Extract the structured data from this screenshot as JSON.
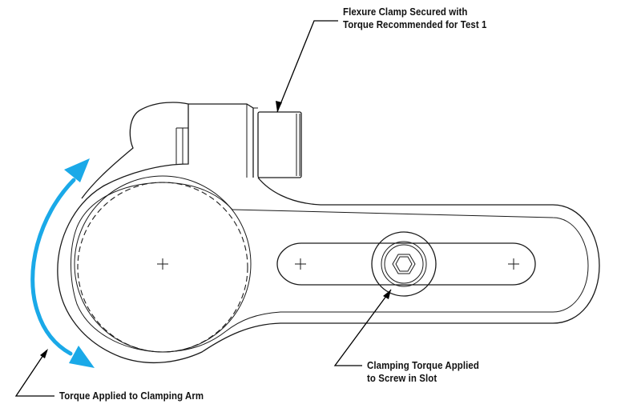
{
  "annotations": {
    "flexure_clamp": {
      "line1": "Flexure Clamp Secured with",
      "line2": "Torque Recommended for Test 1"
    },
    "clamping_torque": {
      "line1": "Clamping Torque Applied",
      "line2": "to Screw in Slot"
    },
    "arm_torque": {
      "line1": "Torque Applied to Clamping Arm"
    }
  },
  "colors": {
    "outline": "#1a1a1a",
    "torque_arrow": "#1aa9e8",
    "background": "#ffffff"
  },
  "symbols": {
    "center_marks": "plus-crosshair",
    "screw_head": "hex-socket-icon",
    "torque_arrow": "curved-double-arrow-icon"
  }
}
